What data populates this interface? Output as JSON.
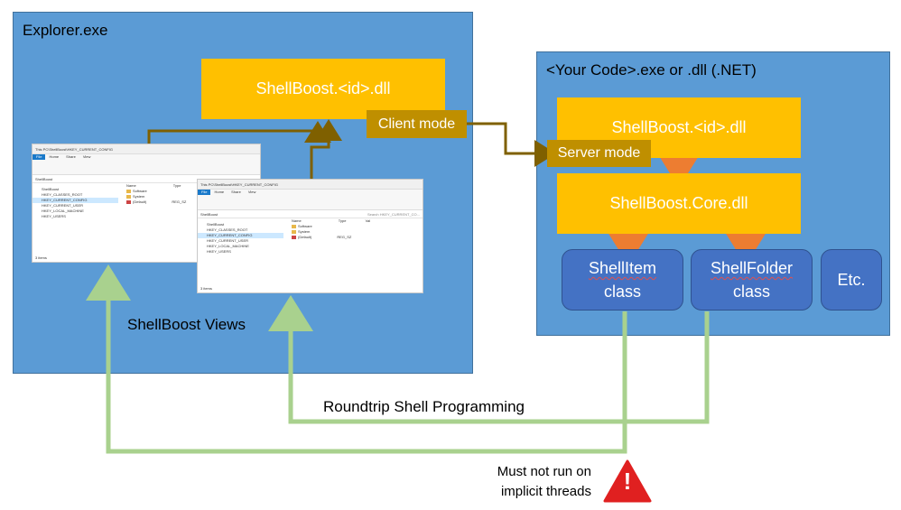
{
  "explorer_panel": {
    "title": "Explorer.exe"
  },
  "dll_box": {
    "label": "ShellBoost.<id>.dll"
  },
  "client_mode": {
    "label": "Client mode"
  },
  "views_label": "ShellBoost Views",
  "code_panel": {
    "title": "<Your Code>.exe or .dll (.NET)"
  },
  "server_dll_box": {
    "label": "ShellBoost.<id>.dll"
  },
  "server_mode": {
    "label": "Server mode"
  },
  "core_box": {
    "label": "ShellBoost.Core.dll"
  },
  "classes": [
    {
      "name": "ShellItem",
      "sub": "class"
    },
    {
      "name": "ShellFolder",
      "sub": "class"
    },
    {
      "name": "Etc.",
      "sub": ""
    }
  ],
  "roundtrip_label": "Roundtrip Shell Programming",
  "warning": {
    "line1": "Must not run on",
    "line2": "implicit threads",
    "glyph": "!"
  },
  "explorer_window_1": {
    "title": "This PC\\ShellBoost\\HKEY_CURRENT_CONFIG",
    "tabs": [
      "File",
      "Home",
      "Share",
      "View"
    ],
    "address": "ShellBoost",
    "tree": [
      "ShellBoost",
      "HKEY_CLASSES_ROOT",
      "HKEY_CURRENT_CONFIG",
      "HKEY_CURRENT_USER",
      "HKEY_LOCAL_MACHINE",
      "HKEY_USERS"
    ],
    "selected_index": 2,
    "column_headers": [
      "Name",
      "Type"
    ],
    "files": [
      "Software",
      "System",
      "(Default)"
    ],
    "default_type": "REG_SZ",
    "status": "3 items"
  },
  "explorer_window_2": {
    "title": "This PC\\ShellBoost\\HKEY_CURRENT_CONFIG",
    "tabs": [
      "File",
      "Home",
      "Share",
      "View"
    ],
    "address": "ShellBoost",
    "search": "Search HKEY_CURRENT_CO...",
    "tree": [
      "ShellBoost",
      "HKEY_CLASSES_ROOT",
      "HKEY_CURRENT_CONFIG",
      "HKEY_CURRENT_USER",
      "HKEY_LOCAL_MACHINE",
      "HKEY_USERS"
    ],
    "selected_index": 2,
    "column_headers": [
      "Name",
      "Type",
      "Val"
    ],
    "files": [
      "Software",
      "System",
      "(Default)"
    ],
    "default_type": "REG_SZ",
    "status": "3 items"
  },
  "colors": {
    "panel": "#5b9bd5",
    "gold": "#ffc000",
    "mode_tag": "#bf8f00",
    "connector": "#7f6000",
    "class_box": "#4472c4",
    "inner_arrow": "#ed7d31",
    "green_line": "#a9d18e",
    "warning": "#e02020"
  }
}
